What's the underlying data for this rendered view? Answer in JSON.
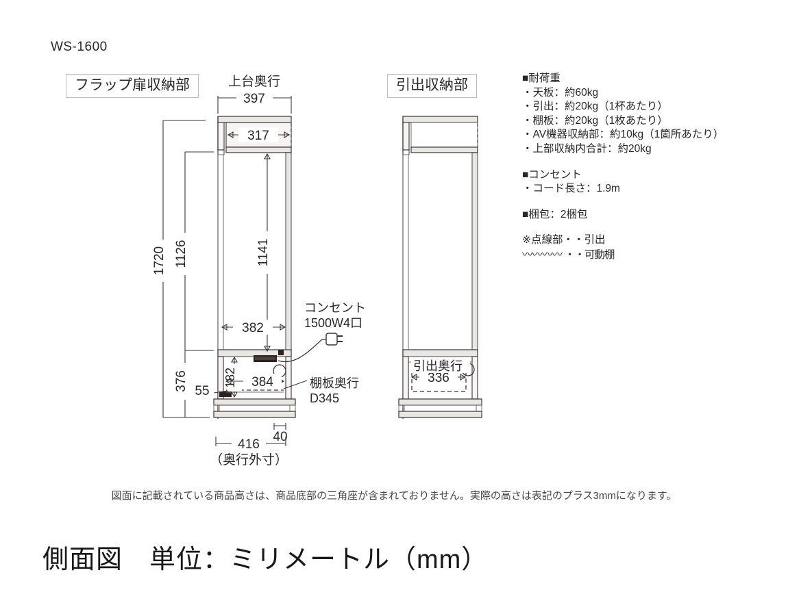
{
  "model_code": "WS-1600",
  "labels": {
    "flap_section": "フラップ扉収納部",
    "drawer_section": "引出収納部"
  },
  "left_view": {
    "top_depth_caption": "上台奥行",
    "top_depth_value": "397",
    "inner_top_depth": "317",
    "height_total": "1720",
    "height_upper": "1126",
    "height_flap_inner": "1141",
    "height_lower": "376",
    "width_mid": "382",
    "inner_lower_height": "182",
    "inner_lower_depth": "384",
    "shelf_offset": "55",
    "base_depth": "40",
    "outer_depth": "416",
    "outer_depth_note": "（奥行外寸）",
    "outlet_label_1": "コンセント",
    "outlet_label_2": "1500W4口",
    "shelf_note_1": "棚板奥行",
    "shelf_note_2": "D345"
  },
  "right_view": {
    "drawer_depth_caption": "引出奥行",
    "drawer_depth_value": "336"
  },
  "spec": {
    "groups": [
      {
        "heading": "■耐荷重",
        "lines": [
          "・天板：約60kg",
          "・引出：約20kg（1杯あたり）",
          "・棚板：約20kg（1枚あたり）",
          "・AV機器収納部：約10kg（1箇所あたり）",
          "・上部収納内合計：約20kg"
        ]
      },
      {
        "heading": "■コンセント",
        "lines": [
          "・コード長さ：1.9m"
        ]
      },
      {
        "heading": "■梱包：2梱包",
        "lines": []
      },
      {
        "heading": "※点線部・・引出",
        "lines": [
          "〰〰〰〰 ・・可動棚"
        ]
      }
    ]
  },
  "disclaimer": "図面に記載されている商品高さは、商品底部の三角座が含まれておりません。実際の高さは表記のプラス3mmになります。",
  "bottom_heading": "側面図　単位：ミリメートル（mm）"
}
